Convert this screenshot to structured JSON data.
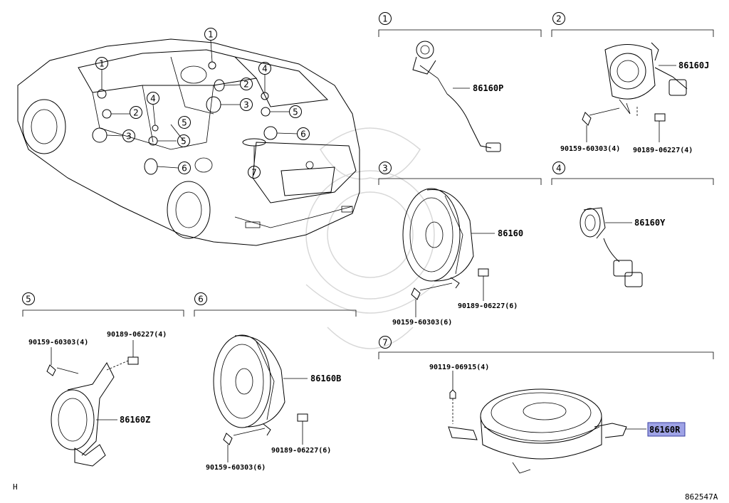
{
  "car_callouts": [
    "1",
    "1",
    "2",
    "2",
    "3",
    "3",
    "4",
    "4",
    "5",
    "5",
    "5",
    "6",
    "6",
    "7"
  ],
  "groups": [
    {
      "num": "1",
      "parts": [
        "86160P"
      ]
    },
    {
      "num": "2",
      "parts": [
        "86160J",
        "90159-60303(4)",
        "90189-06227(4)"
      ]
    },
    {
      "num": "3",
      "parts": [
        "86160",
        "90159-60303(6)",
        "90189-06227(6)"
      ]
    },
    {
      "num": "4",
      "parts": [
        "86160Y"
      ]
    },
    {
      "num": "5",
      "parts": [
        "86160Z",
        "90159-60303(4)",
        "90189-06227(4)"
      ]
    },
    {
      "num": "6",
      "parts": [
        "86160B",
        "90159-60303(6)",
        "90189-06227(6)"
      ]
    },
    {
      "num": "7",
      "parts": [
        "86160R",
        "90119-06915(4)"
      ]
    }
  ],
  "highlighted_part": "86160R",
  "corner_left": "H",
  "diagram_id": "862547A",
  "colors": {
    "highlight_fill": "#9fa3e6",
    "highlight_border": "#3a3fa0",
    "ink": "#000000"
  }
}
